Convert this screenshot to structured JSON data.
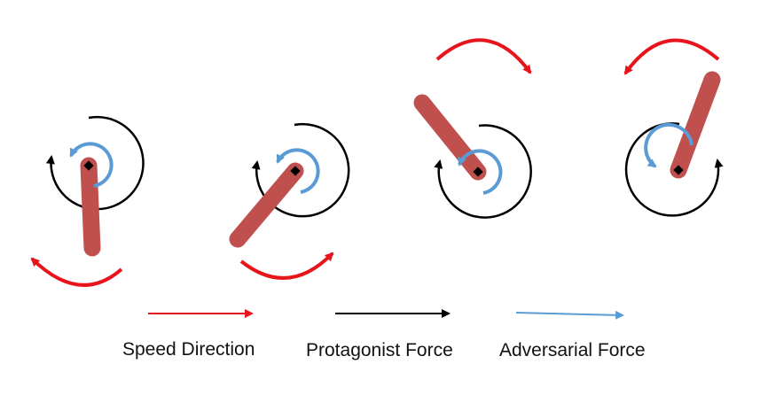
{
  "colors": {
    "speed": "#e8141c",
    "protagonist": "#000000",
    "adversarial": "#5b9bd5",
    "pendulum": "#c0504d",
    "pivot": "#000000",
    "background": "#ffffff"
  },
  "panels": [
    {
      "pendulum_pointing": "down"
    },
    {
      "pendulum_pointing": "down-left"
    },
    {
      "pendulum_pointing": "up-left"
    },
    {
      "pendulum_pointing": "up-right"
    }
  ],
  "legend": {
    "speed_label": "Speed Direction",
    "protagonist_label": "Protagonist Force",
    "adversarial_label": "Adversarial Force"
  }
}
